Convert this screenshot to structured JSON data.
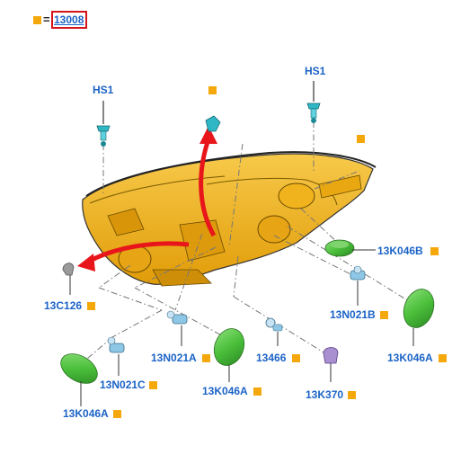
{
  "legend": {
    "symbol": "=",
    "part_number": "13008",
    "square_color": "#f5a80c",
    "box_color": "#d4141a"
  },
  "labels": {
    "hs1_left": "HS1",
    "hs1_right": "HS1",
    "p13k046b": "13K046B",
    "p13c126": "13C126",
    "p13n021b": "13N021B",
    "p13n021a": "13N021A",
    "p13466": "13466",
    "p13k046a_right": "13K046A",
    "p13n021c": "13N021C",
    "p13k046a_mid": "13K046A",
    "p13k370": "13K370",
    "p13k046a_left": "13K046A"
  },
  "colors": {
    "housing": "#f2b21a",
    "label": "#1b63c6",
    "arrow": "#e8161b",
    "cap": "#4bbf3b",
    "clip": "#2fb7c6",
    "bulb": "#8ec7e6",
    "socket_purple": "#a98fd0"
  },
  "icons": [
    "headlamp-housing",
    "screw-icon",
    "clip-icon",
    "cap-icon",
    "bulb-icon",
    "socket-icon",
    "arrow-icon"
  ]
}
